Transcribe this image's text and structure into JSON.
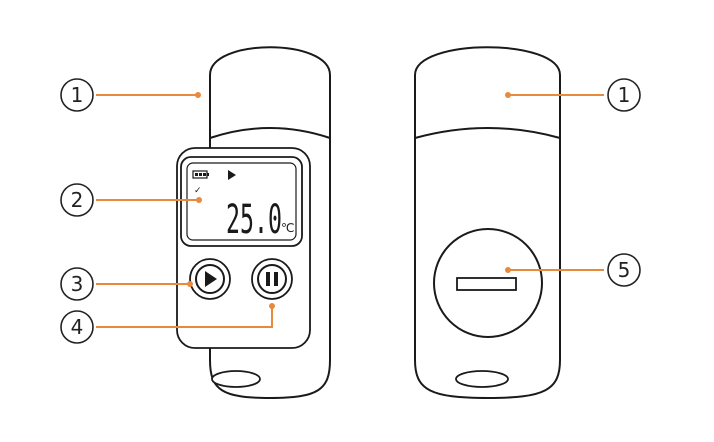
{
  "callouts": {
    "front_cap": "1",
    "front_display": "2",
    "front_start_button": "3",
    "front_stop_button": "4",
    "back_cap": "1",
    "back_battery_cover": "5"
  },
  "display": {
    "temperature": "25.0",
    "unit": "℃",
    "check_mark": "✓"
  },
  "colors": {
    "leader_line": "#e8893c",
    "outline": "#1a1a1a",
    "background": "#ffffff"
  },
  "icons": {
    "status_indicator": "play-triangle-icon",
    "battery": "battery-icon",
    "start_button": "play-button-icon",
    "stop_button": "pause-button-icon"
  }
}
